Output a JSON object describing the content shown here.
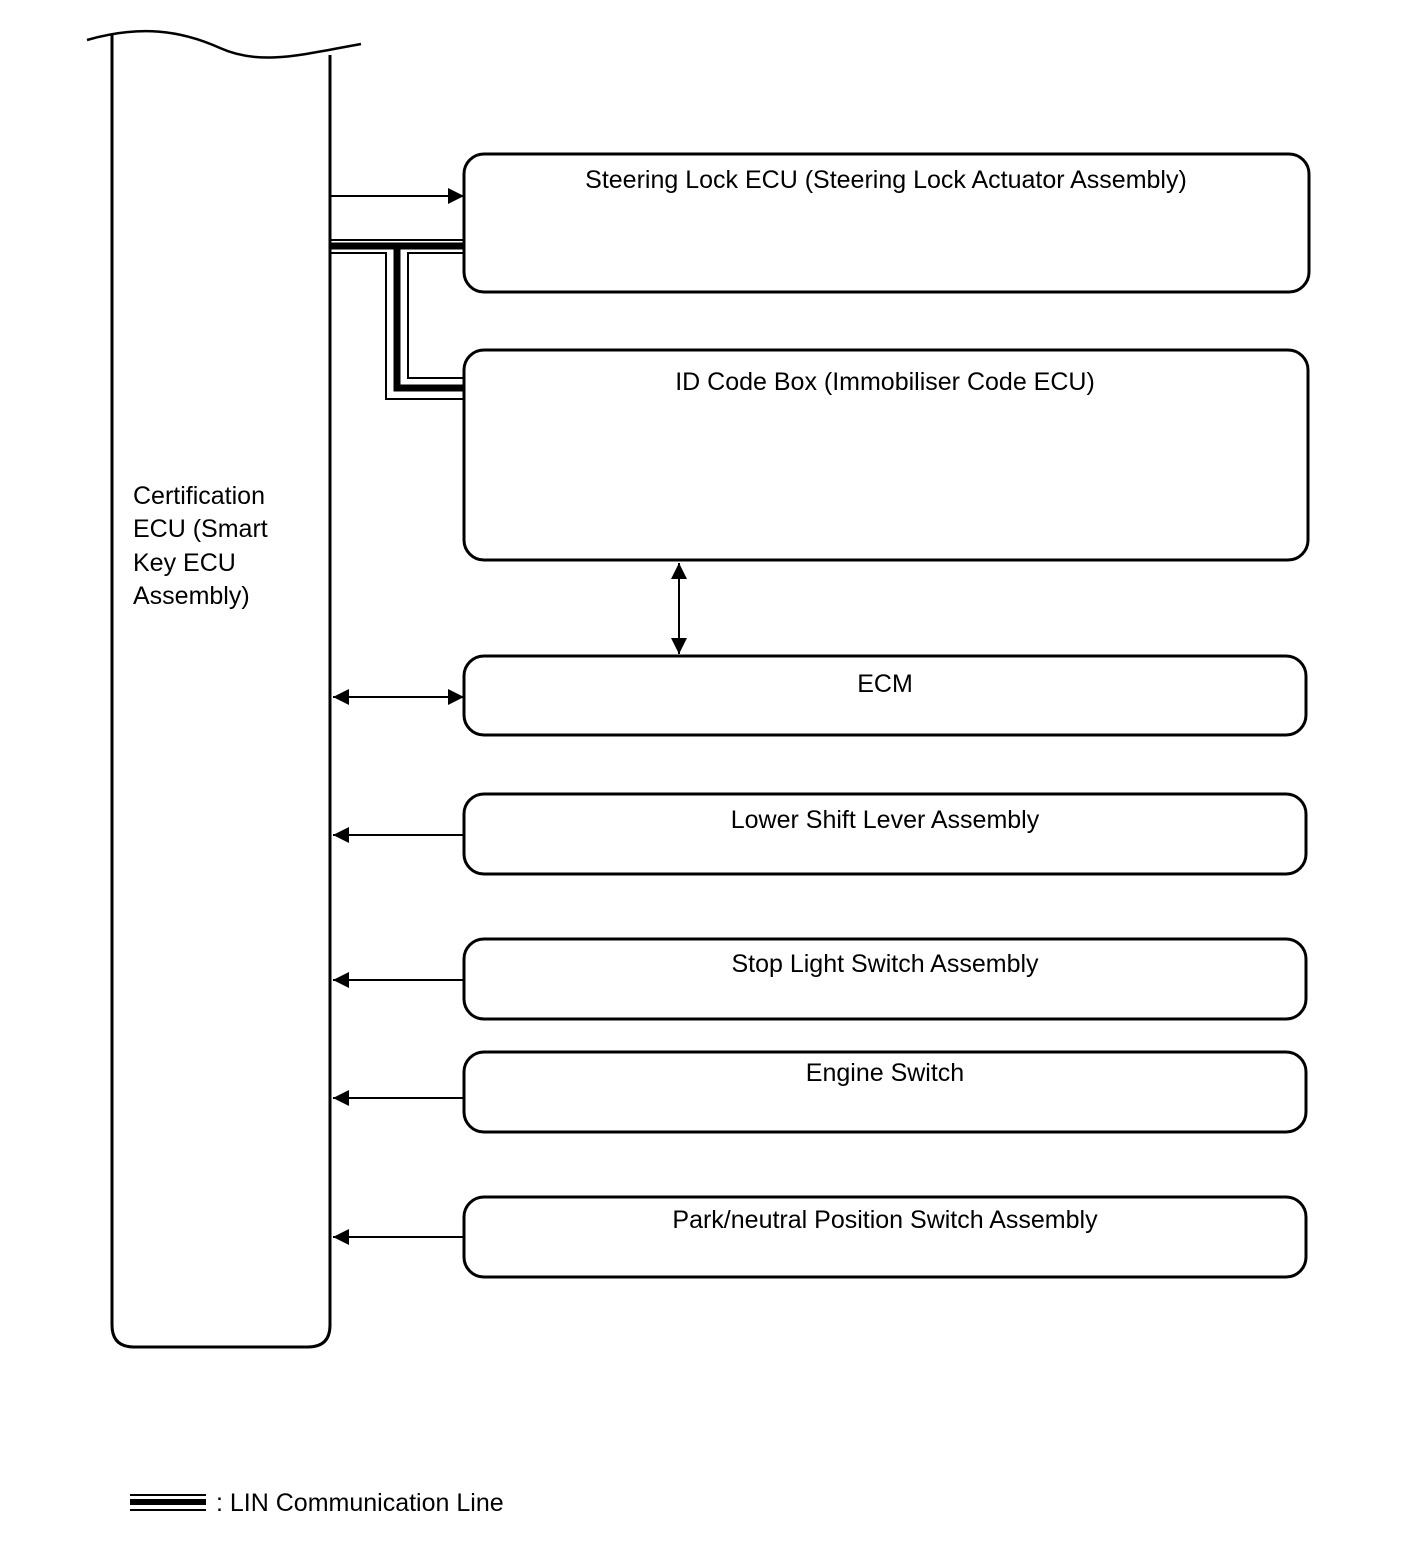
{
  "main_ecu": {
    "label_lines": [
      "Certification",
      "ECU (Smart",
      "Key ECU",
      "Assembly)"
    ]
  },
  "boxes": {
    "steering_lock": "Steering Lock ECU (Steering Lock Actuator Assembly)",
    "id_code_box": "ID Code Box (Immobiliser Code ECU)",
    "ecm": "ECM",
    "lower_shift_lever": "Lower Shift Lever Assembly",
    "stop_light_switch": "Stop Light Switch Assembly",
    "engine_switch": "Engine Switch",
    "park_neutral_switch": "Park/neutral Position Switch Assembly"
  },
  "legend": {
    "lin_line": ": LIN Communication Line"
  }
}
